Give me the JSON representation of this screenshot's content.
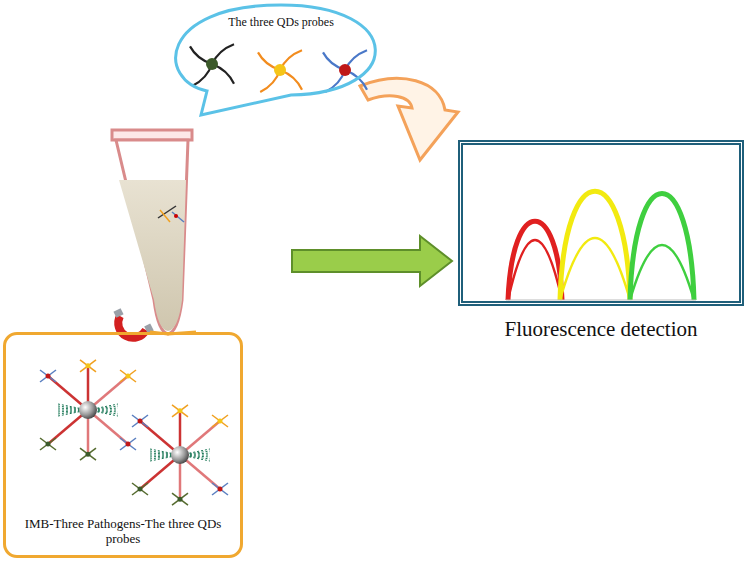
{
  "diagram": {
    "nodes": [
      {
        "text": [
          "The three QDs probes"
        ]
      },
      {
        "text": [
          "Fluorescence detection"
        ]
      },
      {
        "text": [
          "IMB-Three Pathogens-The three QDs probes"
        ]
      }
    ]
  }
}
